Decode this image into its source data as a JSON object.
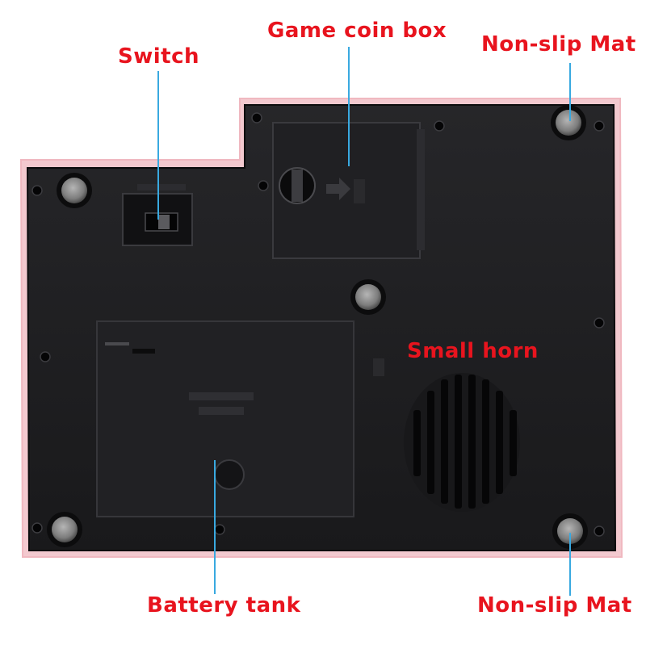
{
  "theme": {
    "label_color": "#e8141e",
    "leader_color": "#39a9e0",
    "body_color": "#1c1c1e",
    "rim_color": "#f3c9cf",
    "pad_color": "#8a8a8a"
  },
  "labels": {
    "switch": "Switch",
    "coin_box": "Game coin box",
    "mat_top": "Non-slip Mat",
    "horn": "Small horn",
    "battery": "Battery tank",
    "mat_bottom": "Non-slip Mat"
  },
  "icons": {
    "pad": "rubber-foot-icon",
    "screw": "screw-hole-icon",
    "speaker": "speaker-grille-icon",
    "knob": "twist-lock-icon"
  }
}
